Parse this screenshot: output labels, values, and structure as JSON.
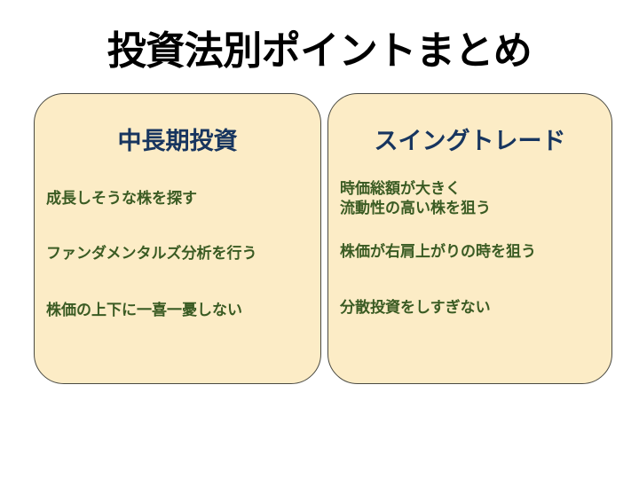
{
  "slide": {
    "title": "投資法別ポイントまとめ",
    "background_color": "#ffffff",
    "title_color": "#000000"
  },
  "theme": {
    "card_fill": "#fcecc6",
    "card_border": "#4a4a42",
    "heading_color": "#17355f",
    "body_color": "#3a5b23"
  },
  "cards": [
    {
      "id": "long-term",
      "heading": "中長期投資",
      "bullets": [
        "成長しそうな株を探す",
        "ファンダメンタルズ分析を行う",
        "株価の上下に一喜一憂しない"
      ]
    },
    {
      "id": "swing",
      "heading": "スイングトレード",
      "bullets": [
        "時価総額が大きく\n流動性の高い株を狙う",
        "株価が右肩上がりの時を狙う",
        "分散投資をしすぎない"
      ]
    }
  ]
}
